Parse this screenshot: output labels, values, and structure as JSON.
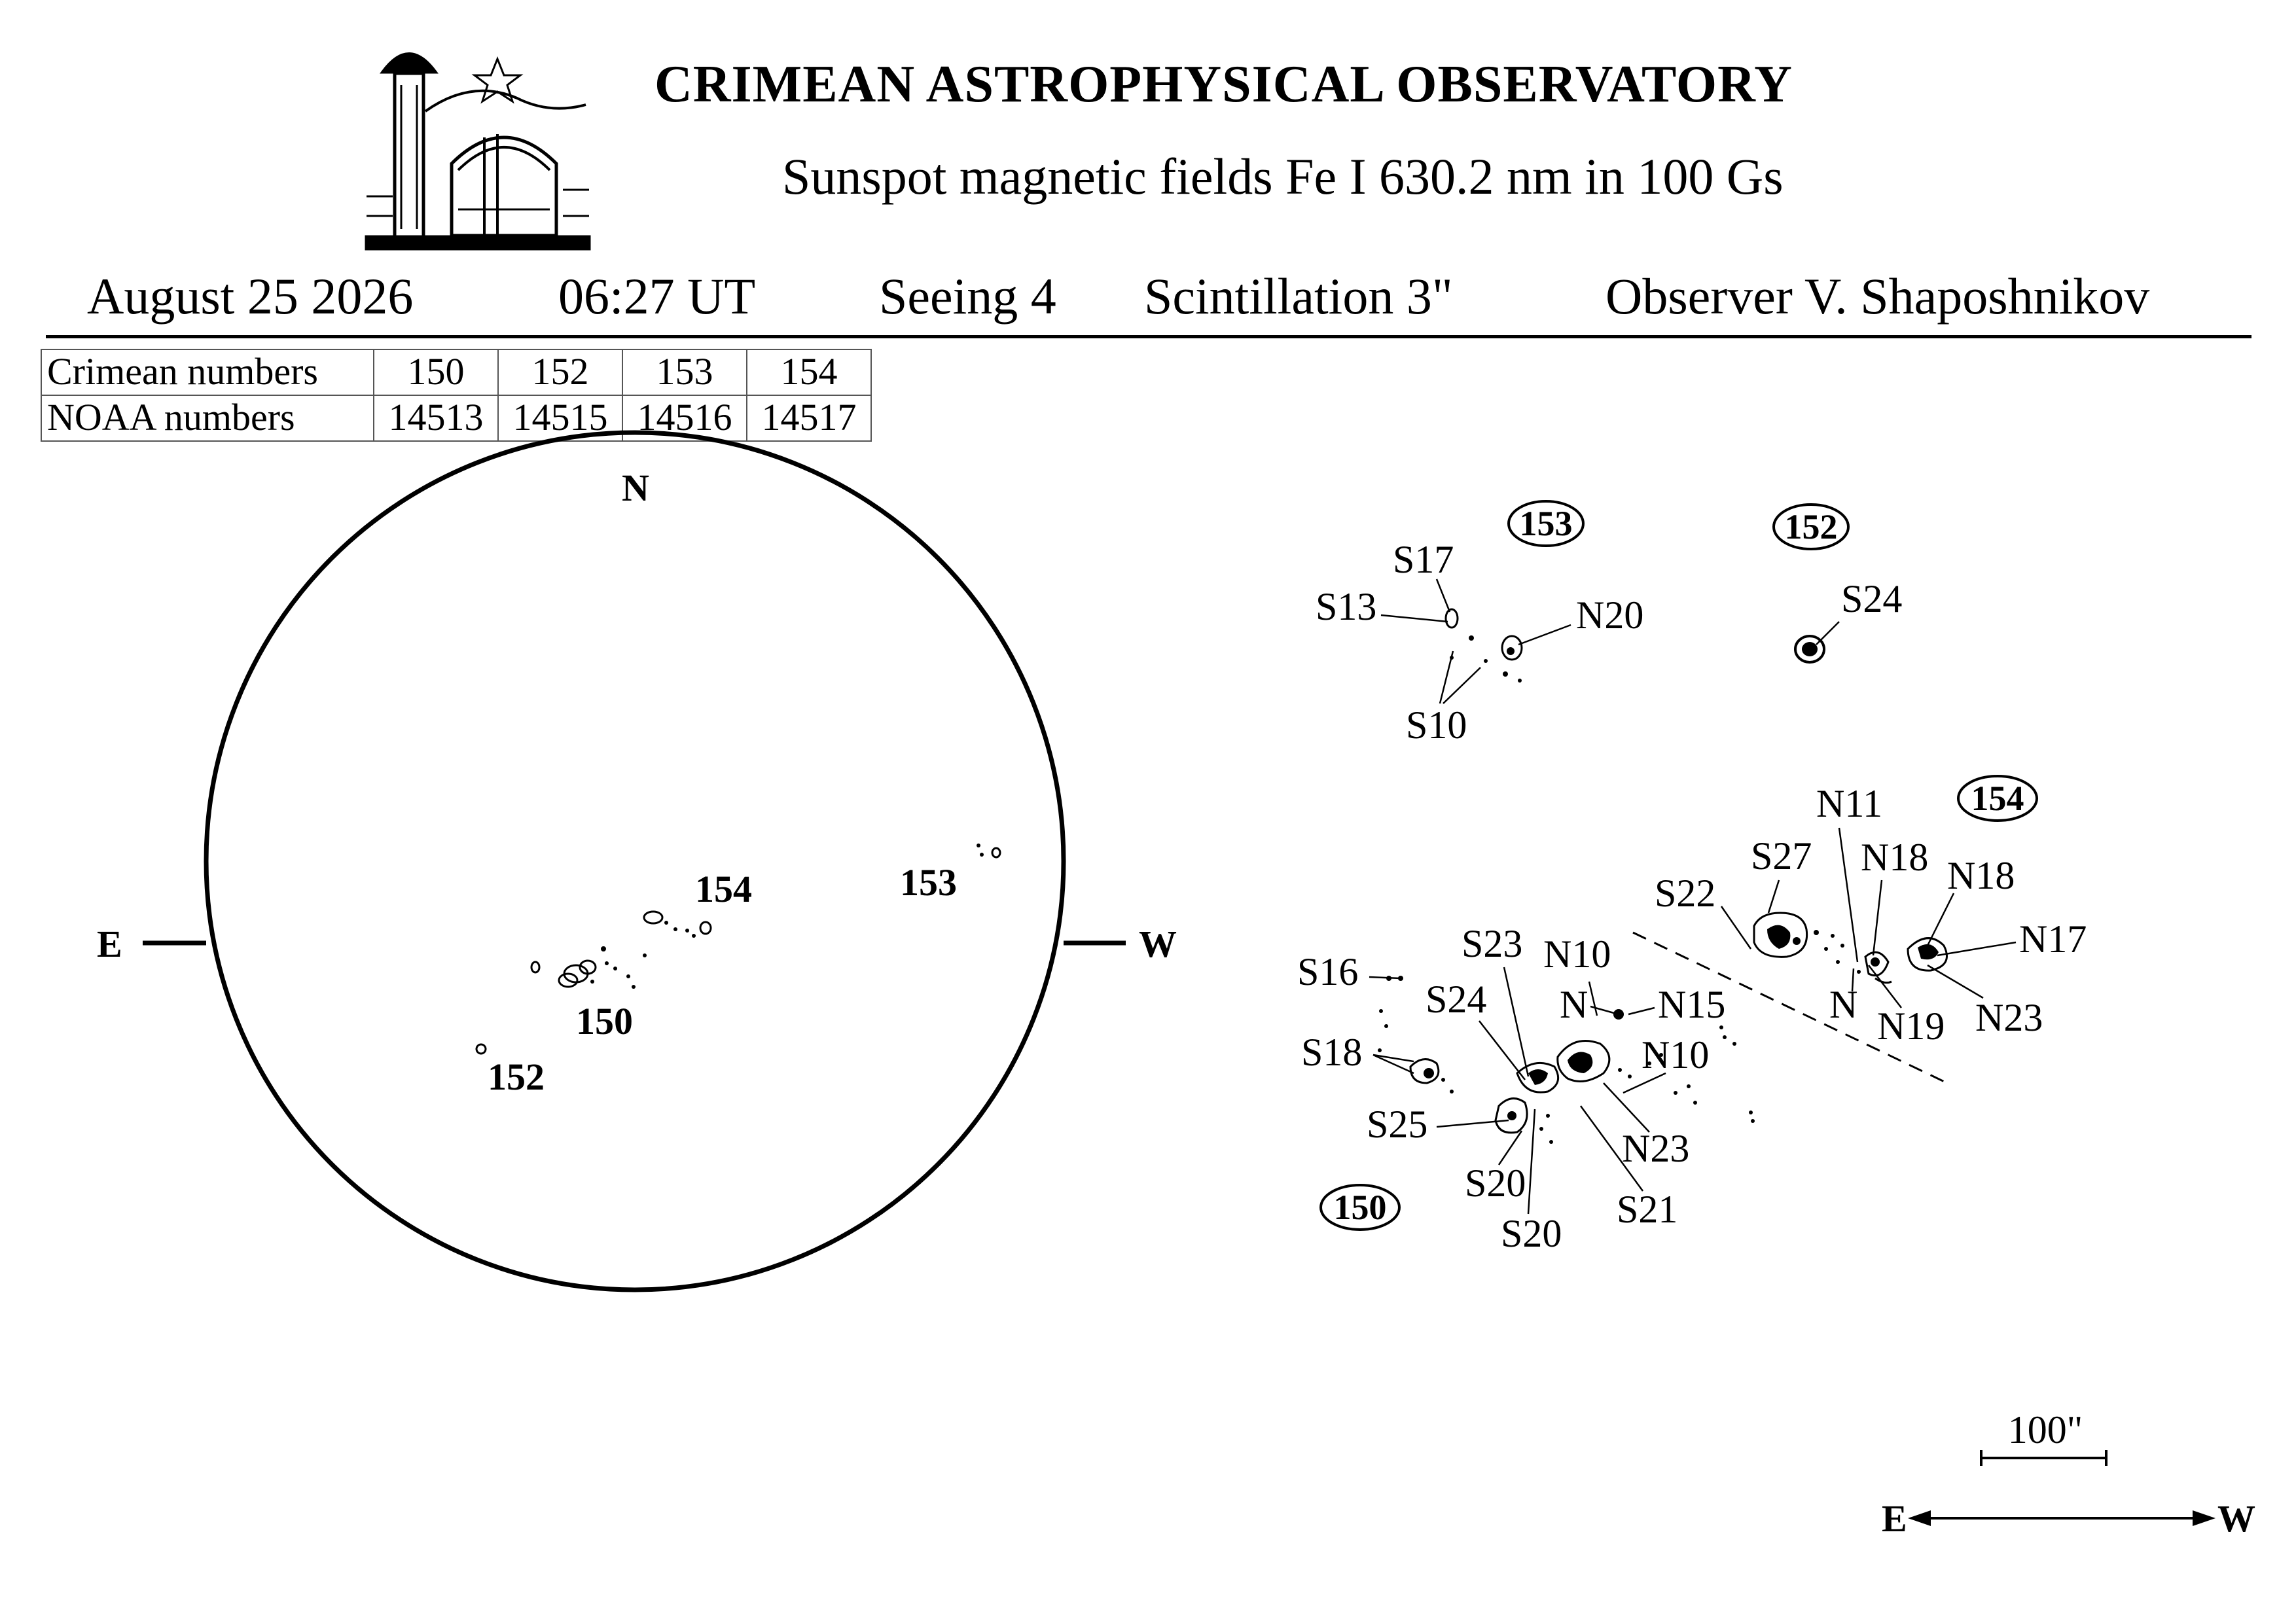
{
  "header": {
    "observatory": "CRIMEAN ASTROPHYSICAL OBSERVATORY",
    "subtitle": "Sunspot  magnetic  fields  Fe I 630.2 nm in 100 Gs",
    "date": "August  25  2026",
    "time": "06:27 UT",
    "seeing": "Seeing 4",
    "scintillation": "Scintillation  3\"",
    "observer": "Observer V. Shaposhnikov"
  },
  "numbers_table": {
    "rows": [
      {
        "label": "Crimean numbers",
        "values": [
          "150",
          "152",
          "153",
          "154"
        ]
      },
      {
        "label": "NOAA numbers",
        "values": [
          "14513",
          "14515",
          "14516",
          "14517"
        ]
      }
    ]
  },
  "disk": {
    "north": "N",
    "east": "E",
    "west": "W",
    "regions": [
      "154",
      "153",
      "150",
      "152"
    ]
  },
  "groups": {
    "g153": {
      "number": "153",
      "labels": [
        "S17",
        "S13",
        "N20",
        "S10"
      ]
    },
    "g152": {
      "number": "152",
      "labels": [
        "S24"
      ]
    },
    "g154": {
      "number": "154",
      "labels": [
        "N11",
        "S27",
        "N18",
        "N18",
        "S22",
        "N17",
        "N",
        "N19",
        "N23"
      ]
    },
    "g150": {
      "number": "150",
      "labels": [
        "S23",
        "N10",
        "S16",
        "N",
        "N15",
        "S24",
        "S18",
        "N10",
        "S25",
        "N23",
        "S20",
        "S21",
        "S20"
      ]
    }
  },
  "scale_bar": {
    "label": "100\""
  },
  "orientation": {
    "east": "E",
    "west": "W"
  }
}
